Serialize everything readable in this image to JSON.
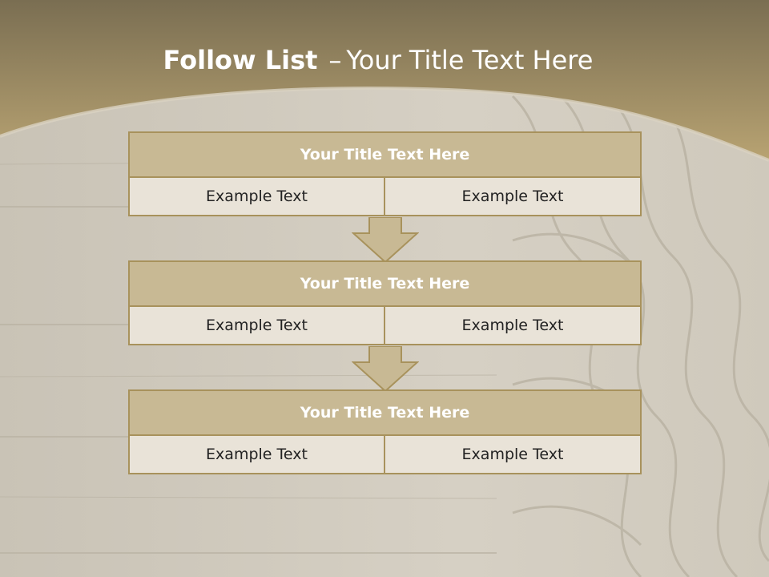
{
  "title": {
    "bold": "Follow List",
    "dash": "–",
    "rest": "Your Title Text Here"
  },
  "blocks": [
    {
      "header": "Your Title Text Here",
      "left": "Example Text",
      "right": "Example Text"
    },
    {
      "header": "Your Title Text Here",
      "left": "Example Text",
      "right": "Example Text"
    },
    {
      "header": "Your Title Text Here",
      "left": "Example Text",
      "right": "Example Text"
    }
  ],
  "colors": {
    "banner": "#b8a372",
    "header_fill": "#c8b994",
    "border": "#a8925c",
    "cell_fill": "#e9e3d8",
    "background": "#d8d3c8"
  },
  "background_art": [
    "wood-planks-image",
    "rope-coil-image"
  ]
}
